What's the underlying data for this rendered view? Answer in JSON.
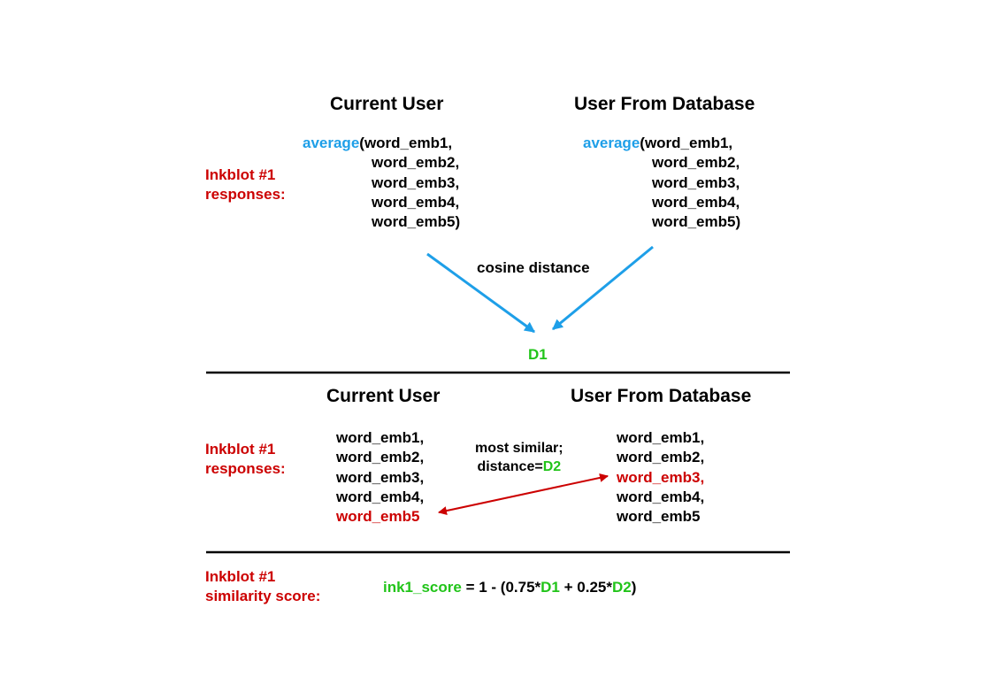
{
  "colors": {
    "red": "#cc0000",
    "blue": "#1e9fe8",
    "green": "#22c41a",
    "black": "#000000"
  },
  "section1": {
    "side_label": [
      "Inkblot #1",
      "responses:"
    ],
    "left": {
      "heading": "Current User",
      "func": "average",
      "first": "(word_emb1,",
      "rest": [
        "word_emb2,",
        "word_emb3,",
        "word_emb4,",
        "word_emb5)"
      ]
    },
    "right": {
      "heading": "User From Database",
      "func": "average",
      "first": "(word_emb1,",
      "rest": [
        "word_emb2,",
        "word_emb3,",
        "word_emb4,",
        "word_emb5)"
      ]
    },
    "arrow_label": "cosine distance",
    "result": "D1"
  },
  "section2": {
    "side_label": [
      "Inkblot #1",
      "responses:"
    ],
    "left": {
      "heading": "Current User",
      "items": [
        "word_emb1,",
        "word_emb2,",
        "word_emb3,",
        "word_emb4,",
        "word_emb5"
      ],
      "highlight_index": 4
    },
    "right": {
      "heading": "User From Database",
      "items": [
        "word_emb1,",
        "word_emb2,",
        "word_emb3,",
        "word_emb4,",
        "word_emb5"
      ],
      "highlight_index": 2
    },
    "middle_line1": "most similar;",
    "middle_prefix": "distance=",
    "middle_value": "D2"
  },
  "section3": {
    "side_label": [
      "Inkblot #1",
      "similarity score:"
    ],
    "formula": {
      "var": "ink1_score",
      "part1": " = 1 - (0.75*",
      "d1": "D1",
      "part2": " + 0.25*",
      "d2": "D2",
      "part3": ")"
    }
  }
}
